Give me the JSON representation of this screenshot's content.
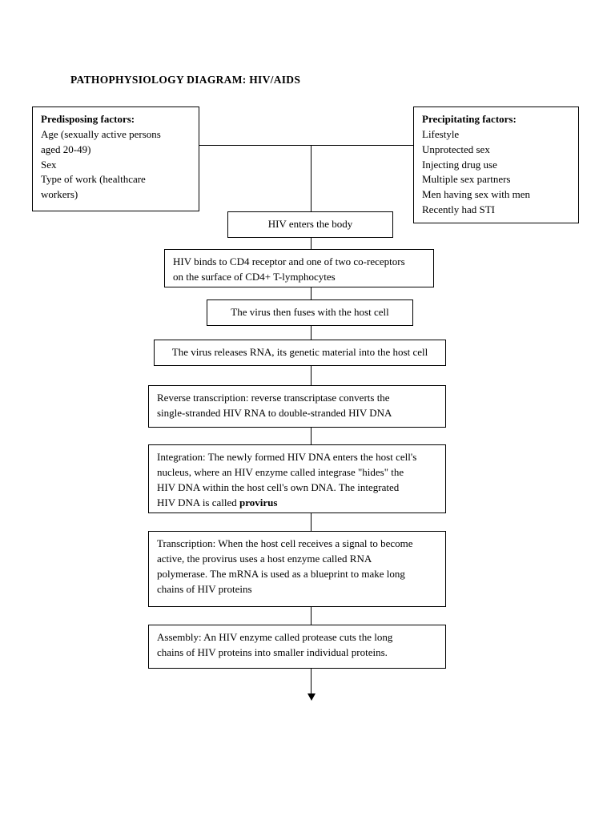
{
  "title": "PATHOPHYSIOLOGY DIAGRAM: HIV/AIDS",
  "predisposing": {
    "heading": "Predisposing factors:",
    "items": [
      "Age (sexually active persons",
      "aged 20-49)",
      "Sex",
      "Type of work (healthcare",
      "workers)"
    ]
  },
  "precipitating": {
    "heading": "Precipitating factors:",
    "items": [
      "Lifestyle",
      "Unprotected sex",
      "Injecting drug use",
      "Multiple sex partners",
      "Men having sex with men",
      "Recently had STI"
    ]
  },
  "flow": {
    "step1": "HIV enters the body",
    "step2_line1": "HIV binds to CD4 receptor and one of two co-receptors",
    "step2_line2": "on the surface of CD4+ T-lymphocytes",
    "step3": "The virus then fuses with the host cell",
    "step4": "The virus releases RNA, its genetic material into the host cell",
    "step5_line1": "Reverse transcription: reverse transcriptase converts the",
    "step5_line2": "single-stranded HIV RNA to double-stranded HIV DNA",
    "step6_line1": "Integration:  The newly formed HIV DNA enters the host cell's",
    "step6_line2": "nucleus, where an HIV enzyme called integrase \"hides\" the",
    "step6_line3": "HIV DNA within the host cell's own DNA.  The integrated",
    "step6_line4_prefix": "HIV DNA is called ",
    "step6_line4_bold": "provirus",
    "step7_line1": "Transcription: When the host cell receives a signal to become",
    "step7_line2": "active, the provirus uses a host enzyme called RNA",
    "step7_line3": "polymerase.  The mRNA is used as a blueprint to make long",
    "step7_line4": "chains of HIV proteins",
    "step8_line1": "Assembly: An HIV enzyme called protease cuts the long",
    "step8_line2": "chains of HIV proteins into smaller individual proteins."
  },
  "colors": {
    "ink": "#000000",
    "paper": "#ffffff"
  }
}
